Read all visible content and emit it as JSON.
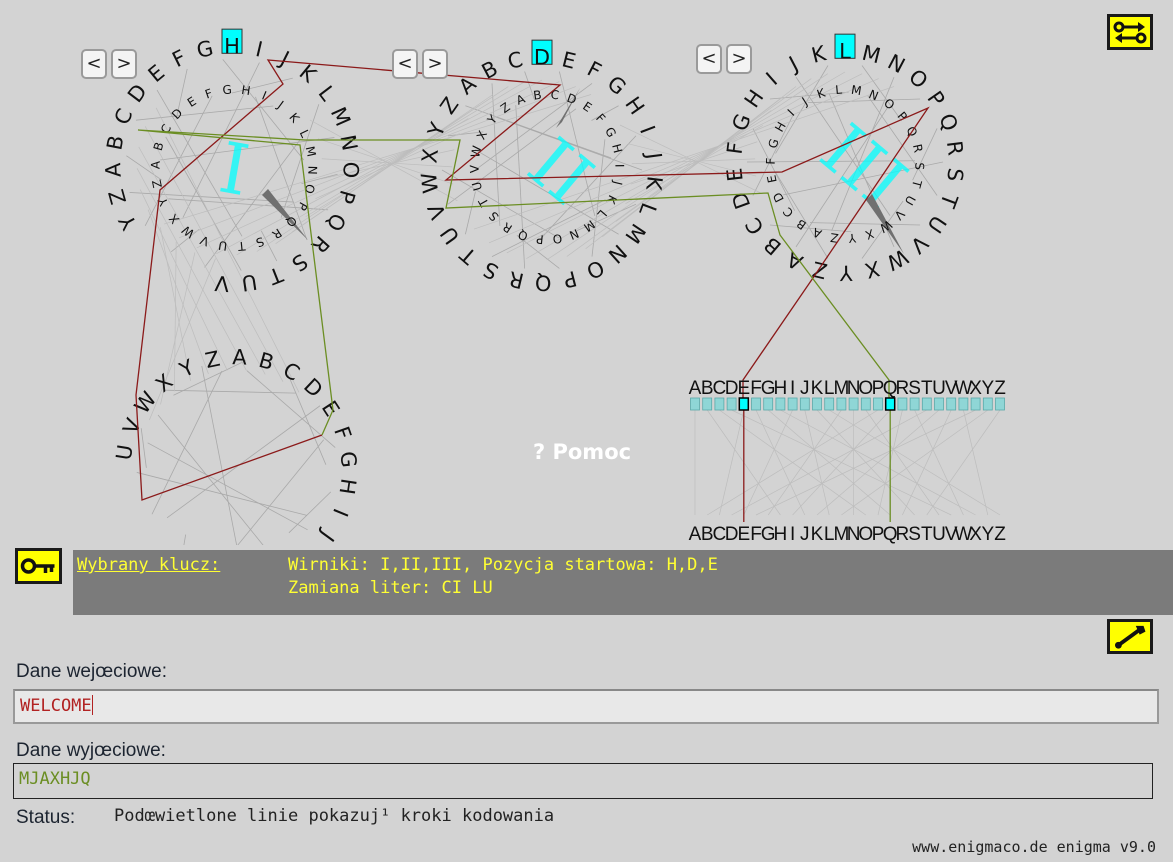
{
  "help": {
    "label": "? Pomoc"
  },
  "rotors": {
    "left": {
      "numeral": "I",
      "window_letter": "H",
      "prev_label": "<",
      "next_label": ">"
    },
    "middle": {
      "numeral": "II",
      "window_letter": "D",
      "prev_label": "<",
      "next_label": ">"
    },
    "right": {
      "numeral": "III",
      "window_letter": "L",
      "prev_label": "<",
      "next_label": ">"
    }
  },
  "alphabet": "ABCDEFGHIJKLMNOPQRSTUVWXYZ",
  "plugboard": {
    "top_row": "ABCDEFGHIJKLMNOPQRSTUVWXYZ",
    "bottom_row": "ABCDEFGHIJKLMNOPQRSTUVWXYZ",
    "highlighted": [
      "E",
      "Q"
    ]
  },
  "key_panel": {
    "label": "Wybrany klucz:",
    "rotors_line": "Wirniki: I,II,III, Pozycja startowa: H,D,E",
    "plugs_line": "Zamiana liter: CI LU"
  },
  "input": {
    "label": "Dane wejœciowe:",
    "value": "WELCOME"
  },
  "output": {
    "label": "Dane wyjœciowe:",
    "value": "MJAXHJQ"
  },
  "status": {
    "label": "Status:",
    "text": "Podœwietlone linie pokazuj¹ kroki kodowania"
  },
  "footer": {
    "text": "www.enigmaco.de enigma v9.0"
  },
  "colors": {
    "background": "#d3d3d3",
    "highlight": "#00ffff",
    "path_in": "#8b1a1a",
    "path_out": "#6b8e23",
    "buttons": "#ffff00"
  },
  "icons": {
    "settings_top": "rotor-swap-icon",
    "key": "key-icon",
    "wrench": "wrench-icon"
  }
}
